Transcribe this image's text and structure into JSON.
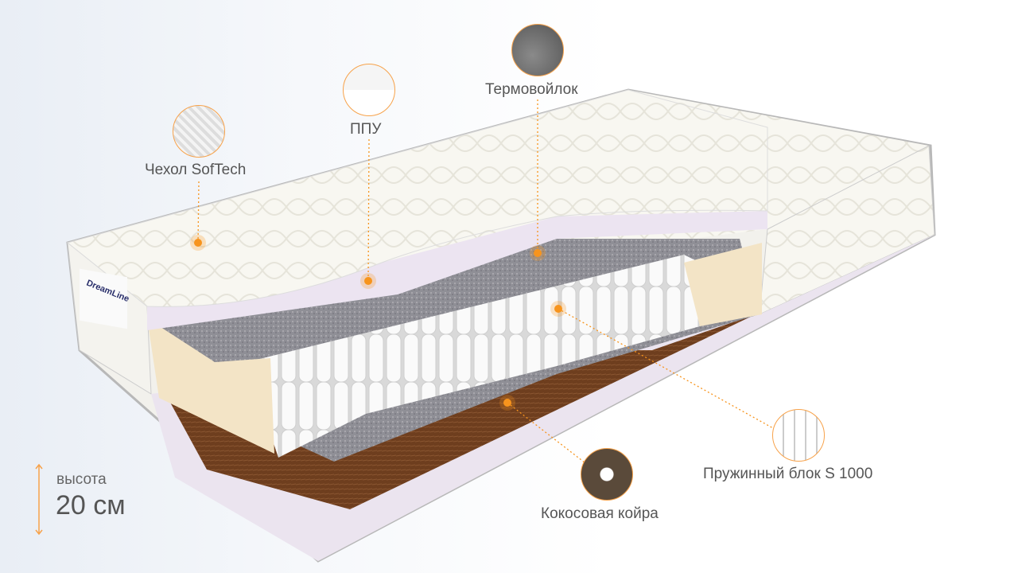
{
  "brand": "DreamLine",
  "height": {
    "label": "высота",
    "value": "20 см"
  },
  "callouts": [
    {
      "id": "cover",
      "label": "Чехол SofTech",
      "icon": "quilted-fabric-thumbnail"
    },
    {
      "id": "foam",
      "label": "ППУ",
      "icon": "foam-thumbnail"
    },
    {
      "id": "felt",
      "label": "Термовойлок",
      "icon": "felt-thumbnail"
    },
    {
      "id": "springs",
      "label": "Пружинный блок S 1000",
      "icon": "spring-block-thumbnail"
    },
    {
      "id": "coir",
      "label": "Кокосовая койра",
      "icon": "coconut-coir-thumbnail"
    }
  ],
  "colors": {
    "accent": "#f7941d",
    "text": "#555555"
  }
}
